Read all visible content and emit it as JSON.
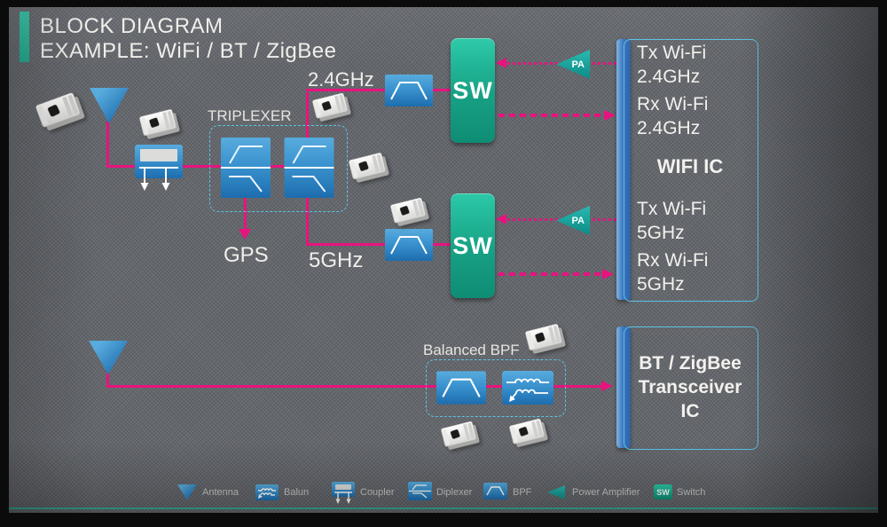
{
  "header": {
    "title": "BLOCK DIAGRAM",
    "subtitle": "EXAMPLE: WiFi / BT / ZigBee"
  },
  "diagram": {
    "triplexer_label": "TRIPLEXER",
    "gps_label": "GPS",
    "freq_24ghz_label": "2.4GHz",
    "freq_5ghz_label": "5GHz",
    "balanced_bpf_label": "Balanced BPF",
    "switch_label": "SW",
    "pa_label": "PA",
    "wifi_ic": {
      "title": "WIFI IC",
      "ports": [
        {
          "line1": "Tx Wi-Fi",
          "line2": "2.4GHz"
        },
        {
          "line1": "Rx Wi-Fi",
          "line2": "2.4GHz"
        },
        {
          "line1": "Tx Wi-Fi",
          "line2": "5GHz"
        },
        {
          "line1": "Rx Wi-Fi",
          "line2": "5GHz"
        }
      ]
    },
    "bt_ic": {
      "line1": "BT / ZigBee",
      "line2": "Transceiver",
      "line3": "IC"
    }
  },
  "legend": {
    "items": [
      {
        "label": "Antenna"
      },
      {
        "label": "Balun"
      },
      {
        "label": "Coupler"
      },
      {
        "label": "Diplexer"
      },
      {
        "label": "BPF"
      },
      {
        "label": "Power Amplifier"
      },
      {
        "label": "Switch"
      }
    ],
    "switch_badge": "SW"
  },
  "colors": {
    "accent_teal": "#2fb79e",
    "line_pink": "#e8137f",
    "component_blue": "#2b83c2",
    "switch_teal": "#17b093",
    "ic_border_blue": "#5ac4e4"
  }
}
